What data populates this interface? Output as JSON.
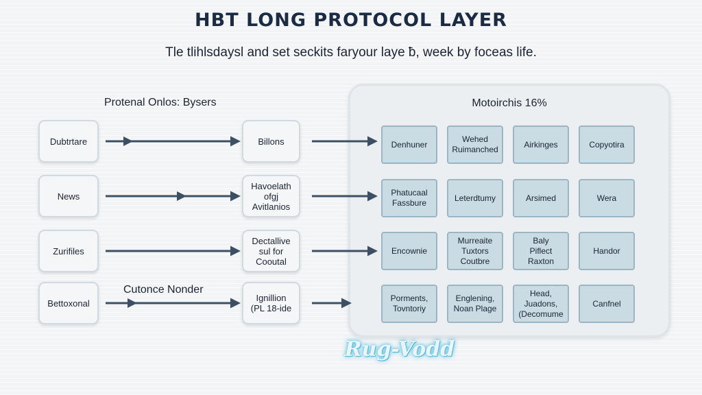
{
  "title": "HBT LONG PROTOCOL LAYER",
  "subtitle": "Tle tlihlsdaysl and set seckits faryour laye ƀ, week by foceas life.",
  "left_heading": "Protenal Onlos: Bysers",
  "mid_label": "Cutonce Nonder",
  "panel_title": "Motoirchis 16%",
  "sources": [
    "Dubtrtare",
    "News",
    "Zurifiles",
    "Bettoxonal"
  ],
  "middles": [
    "Billons",
    "Havoelath\nofgj\nAvitlanios",
    "Dectallive\nsul for\nCooutal",
    "Ignillion\n(PL 18-ide"
  ],
  "grid": [
    [
      "Denhuner",
      "Wehed\nRuimanched",
      "Airkinges",
      "Copyotira"
    ],
    [
      "Phatucaal\nFassbure",
      "Leterdtumy",
      "Arsimed",
      "Wera"
    ],
    [
      "Encownie",
      "Murreaite\nTuxtors\nCoutbre",
      "Baly\nPiflect\nRaxton",
      "Handor"
    ],
    [
      "Porments,\nTovntoriy",
      "Englening,\nNoan Plage",
      "Head,\nJuadons,\n(Decomume",
      "Canfnel"
    ]
  ],
  "watermark": "Rug-Vodd",
  "colors": {
    "arrow": "#3d4f63",
    "cell_fill": "#c9dbe3",
    "cell_border": "#9db5c2",
    "panel_fill": "#eceff1",
    "node_fill": "#f4f6f8",
    "watermark_glow": "#5fc3e4"
  }
}
